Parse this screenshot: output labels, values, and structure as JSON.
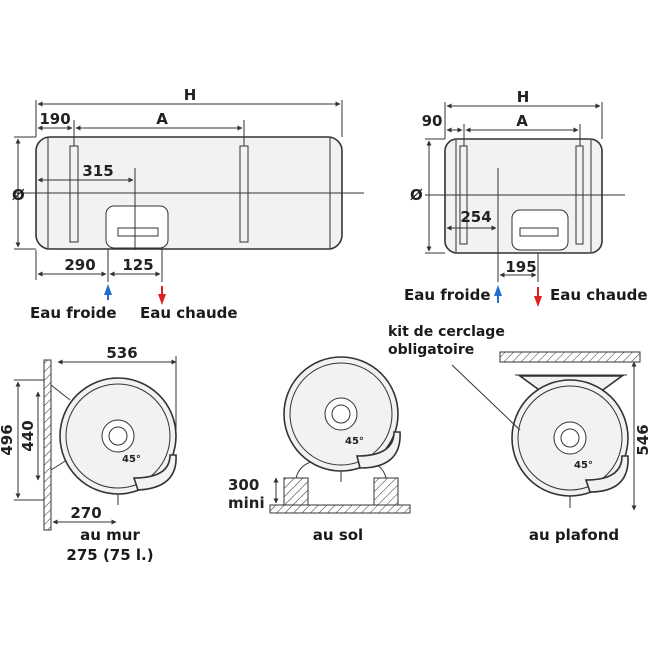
{
  "top_left": {
    "dim_H": "H",
    "dim_190": "190",
    "dim_A": "A",
    "dim_315": "315",
    "dim_diameter": "Ø",
    "dim_290": "290",
    "dim_125": "125",
    "label_cold": "Eau froide",
    "label_hot": "Eau chaude"
  },
  "top_right": {
    "dim_H": "H",
    "dim_90": "90",
    "dim_A": "A",
    "dim_diameter": "Ø",
    "dim_254": "254",
    "dim_195": "195",
    "label_cold": "Eau froide",
    "label_hot": "Eau chaude"
  },
  "wall": {
    "dim_536": "536",
    "dim_496": "496",
    "dim_440": "440",
    "dim_270": "270",
    "angle": "45°",
    "caption_line1": "au mur",
    "caption_line2": "275 (75 l.)"
  },
  "floor": {
    "dim_300": "300",
    "dim_mini": "mini",
    "angle": "45°",
    "caption": "au sol"
  },
  "ceiling": {
    "note_line1": "kit de cerclage",
    "note_line2": "obligatoire",
    "dim_546": "546",
    "angle": "45°",
    "caption": "au plafond"
  },
  "colors": {
    "cold_arrow": "#1f6fd1",
    "hot_arrow": "#e02020"
  }
}
